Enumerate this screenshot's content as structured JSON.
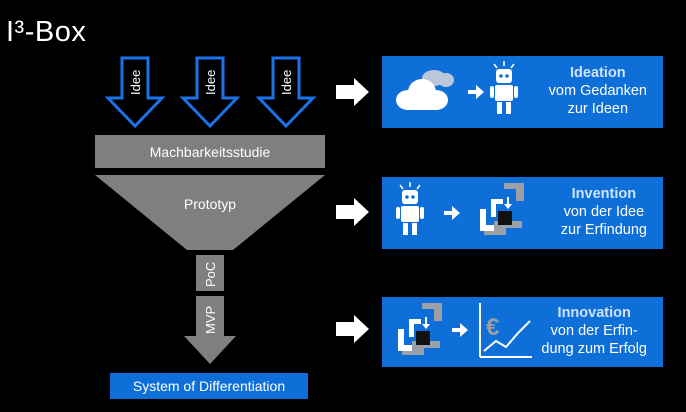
{
  "title": "I³-Box",
  "inputs": [
    "Idee",
    "Idee",
    "Idee"
  ],
  "funnel": {
    "bar_label": "Machbarkeitsstudie",
    "cone_label": "Prototyp",
    "stem_labels": [
      "PoC",
      "MVP"
    ],
    "output_label": "System of Differentiation"
  },
  "stages": [
    {
      "head": "Ideation",
      "line1": "vom Gedanken",
      "line2": "zur Ideen",
      "icons": [
        "cloud-icon",
        "robot-icon"
      ]
    },
    {
      "head": "Invention",
      "line1": "von der Idee",
      "line2": "zur Erfindung",
      "icons": [
        "robot-icon",
        "blocks-icon"
      ]
    },
    {
      "head": "Innovation",
      "line1": "von der Erfin-",
      "line2": "dung zum Erfolg",
      "icons": [
        "blocks-icon",
        "growth-chart-icon"
      ]
    }
  ],
  "colors": {
    "background": "#000000",
    "accent_blue": "#0f6fd9",
    "funnel_gray": "#7f7f7f"
  }
}
